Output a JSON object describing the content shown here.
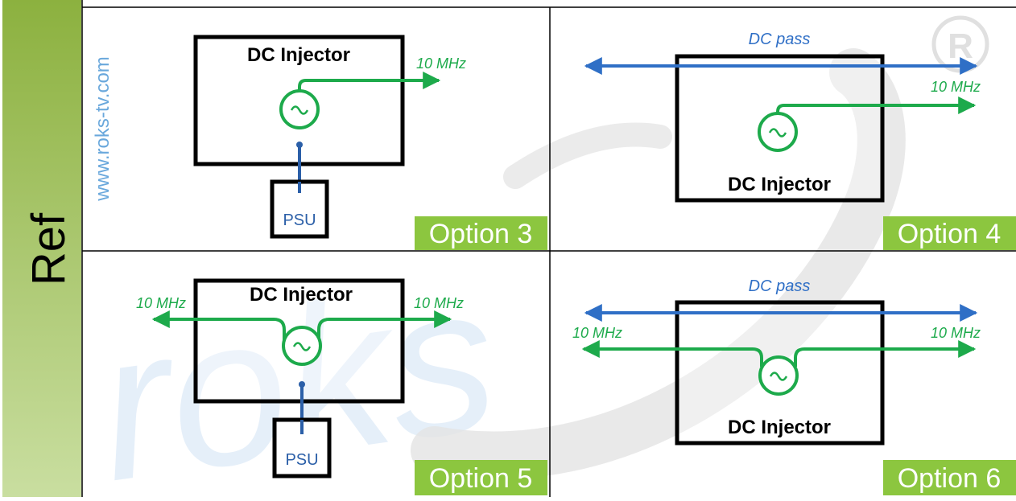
{
  "side_label": "Ref",
  "website": "www.roks-tv.com",
  "watermark_letters": "roks",
  "colors": {
    "green": "#1daa4b",
    "blue": "#2f6fc6",
    "darkblue": "#2b5fa8",
    "option_bg": "#8cc63f",
    "sidebar_top": "#8cb13f",
    "sidebar_bottom": "#c9dea0",
    "website_text": "#6aa8dc",
    "watermark": "#d9e8f6",
    "grey_watermark": "#e7e7e7"
  },
  "panels": {
    "opt3": {
      "title": "DC Injector",
      "signal_label": "10 MHz",
      "psu_label": "PSU",
      "option_label": "Option 3",
      "source_icon": "ac-source-icon"
    },
    "opt4": {
      "title": "DC Injector",
      "dc_label": "DC pass",
      "signal_label": "10 MHz",
      "option_label": "Option 4",
      "source_icon": "ac-source-icon"
    },
    "opt5": {
      "title": "DC Injector",
      "signal_left_label": "10 MHz",
      "signal_right_label": "10 MHz",
      "psu_label": "PSU",
      "option_label": "Option 5",
      "source_icon": "ac-source-icon"
    },
    "opt6": {
      "title": "DC Injector",
      "dc_label": "DC pass",
      "signal_left_label": "10 MHz",
      "signal_right_label": "10 MHz",
      "option_label": "Option 6",
      "source_icon": "ac-source-icon"
    }
  }
}
